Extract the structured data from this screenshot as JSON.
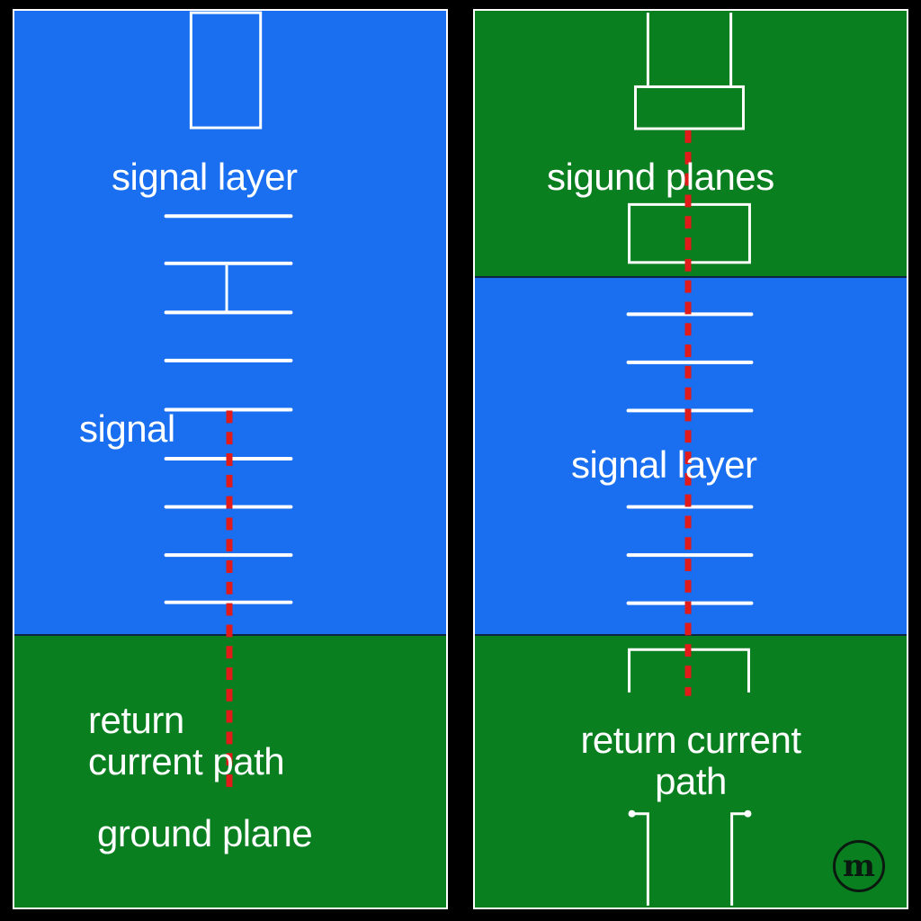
{
  "colors": {
    "signal_layer": "#1a6ff0",
    "ground_plane": "#0a7f20",
    "current_path": "#e11a1a",
    "trace": "#ffffff",
    "background": "#000000"
  },
  "left_panel": {
    "signal_layer_label": "signal layer",
    "signal_label": "signal",
    "return_path_label": "return\ncurrent path",
    "ground_plane_label": "ground plane"
  },
  "right_panel": {
    "top_label": "sigund planes",
    "signal_layer_label": "signal layer",
    "return_path_label": "return current\npath"
  },
  "logo": {
    "letter": "m",
    "icon": "circled-m-logo-icon"
  }
}
